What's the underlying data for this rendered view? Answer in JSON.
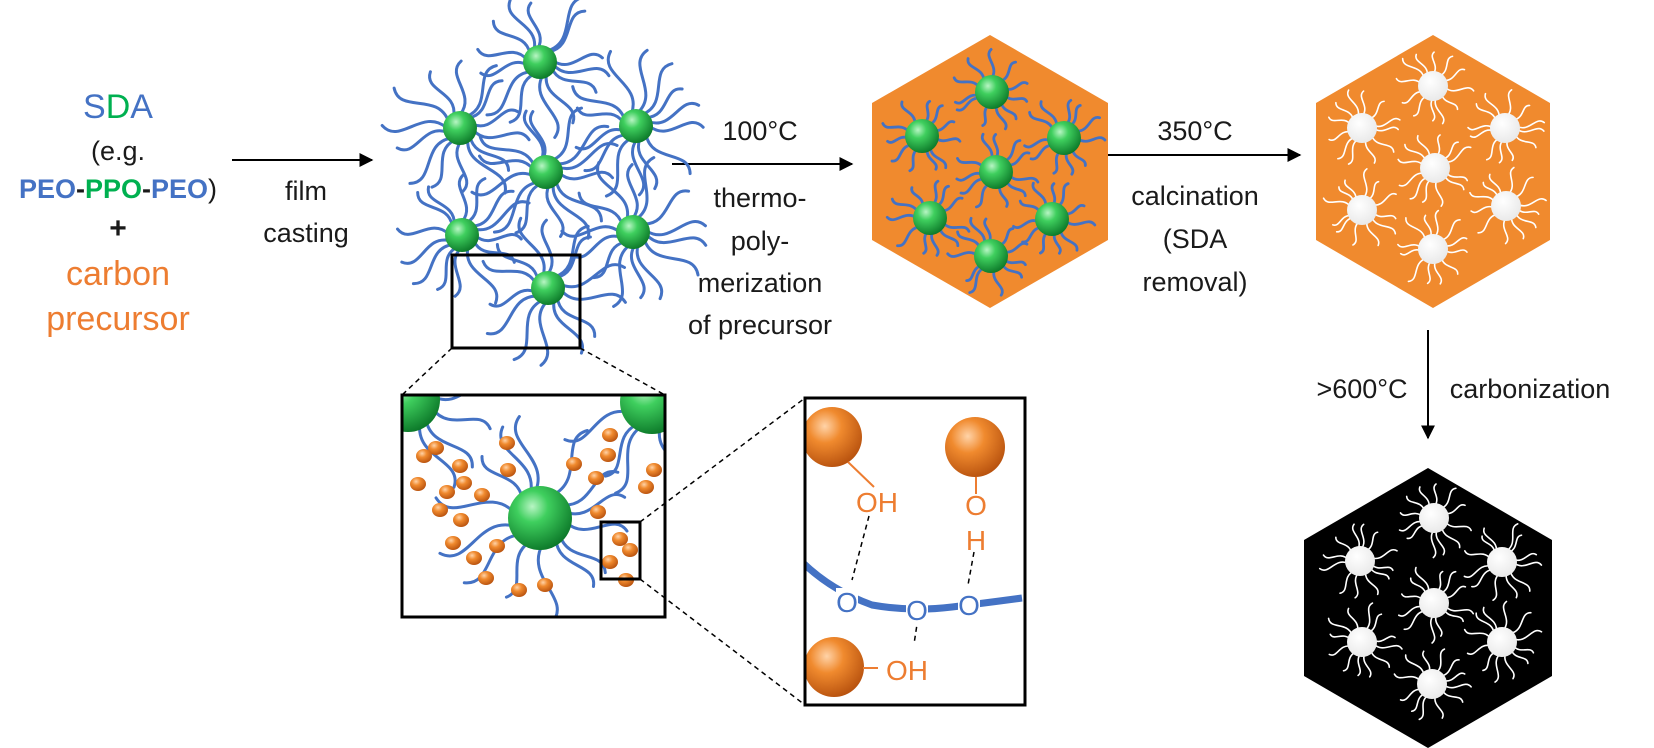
{
  "colors": {
    "sda_blue": "#4472c4",
    "ppo_green": "#00b050",
    "carbon_orange": "#ed7d31",
    "text_black": "#1a1a1a",
    "micelle_green": "#2db24a",
    "framework_orange": "#f08a2e",
    "carbon_black": "#000000",
    "pore_white": "#ffffff"
  },
  "inputs": {
    "sda": "SDA",
    "sda_s": "S",
    "sda_d": "D",
    "sda_a": "A",
    "eg_open": "(e.g.",
    "peo_1": "PEO",
    "dash_1": "-",
    "ppo": "PPO",
    "dash_2": "-",
    "peo_2": "PEO",
    "paren_close": ")",
    "plus": "+",
    "carbon": "carbon",
    "precursor": "precursor"
  },
  "steps": {
    "film_casting": [
      "film",
      "casting"
    ],
    "thermo_temp": "100°C",
    "thermo_desc": [
      "thermo-",
      "poly-",
      "merization",
      "of precursor"
    ],
    "calc_temp": "350°C",
    "calc_desc": [
      "calcination",
      "(SDA",
      "removal)"
    ],
    "carb_temp": ">600°C",
    "carb_desc": "carbonization"
  },
  "bonding": {
    "oh": "OH",
    "h": "H",
    "o": "O"
  },
  "icons": [
    "arrow-icon",
    "micelle-icon",
    "hexagon-icon",
    "sphere-icon"
  ]
}
